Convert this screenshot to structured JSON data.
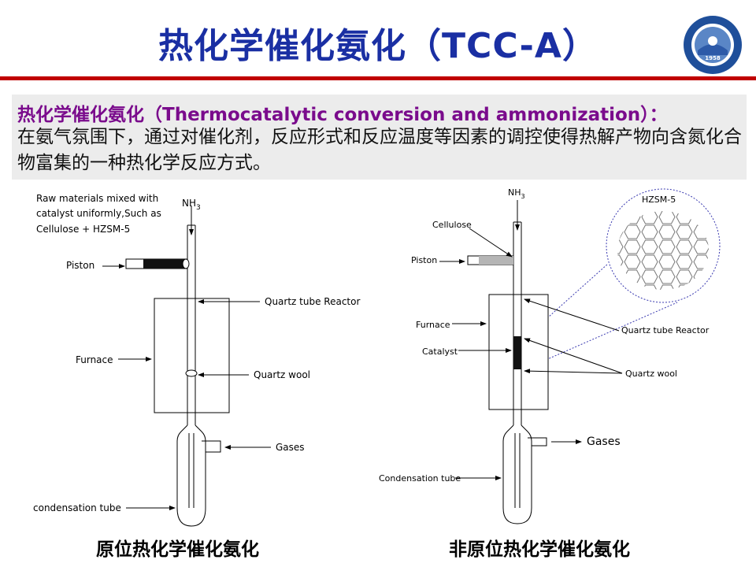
{
  "header": {
    "title": "热化学催化氨化（TCC-A）",
    "logo_year": "1958",
    "accent_color": "#c00000",
    "title_color": "#1a2fa3"
  },
  "definition": {
    "term": "热化学催化氨化（Thermocatalytic conversion and ammonization）：",
    "text": "在氨气氛围下，通过对催化剂，反应形式和反应温度等因素的调控使得热解产物向含氮化合物富集的一种热化学反应方式。",
    "term_color": "#7a0b8c"
  },
  "left_diagram": {
    "raw_line1": "Raw materials mixed with",
    "raw_line2": "catalyst uniformly,Such as",
    "raw_line3": "Cellulose + HZSM-5",
    "nh3": "NH",
    "nh3_sub": "3",
    "piston": "Piston",
    "reactor": "Quartz tube Reactor",
    "furnace": "Furnace",
    "wool": "Quartz wool",
    "gases": "Gases",
    "condensation": "condensation tube",
    "caption": "原位热化学催化氨化"
  },
  "right_diagram": {
    "nh3": "NH",
    "nh3_sub": "3",
    "cellulose": "Cellulose",
    "piston": "Piston",
    "furnace": "Furnace",
    "catalyst": "Catalyst",
    "reactor": "Quartz tube Reactor",
    "wool": "Quartz wool",
    "gases": "Gases",
    "condensation": "Condensation tube",
    "zeolite": "HZSM-5",
    "caption": "非原位热化学催化氨化"
  }
}
